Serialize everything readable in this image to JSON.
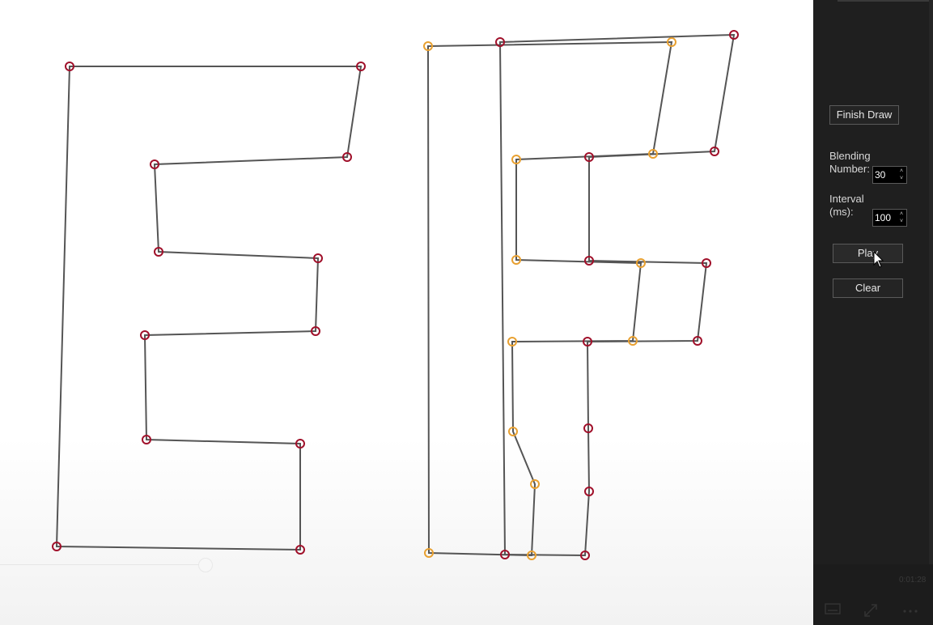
{
  "panel": {
    "finish_draw_label": "Finish Draw",
    "blending_label": "Blending Number:",
    "blending_value": "30",
    "interval_label": "Interval (ms):",
    "interval_value": "100",
    "play_label": "Play",
    "clear_label": "Clear",
    "spin_up_glyph": "˄",
    "spin_down_glyph": "˅"
  },
  "media": {
    "time_text": "0:01:28"
  },
  "colors": {
    "shape_stroke": "#555555",
    "vertex_red": "#a0102a",
    "vertex_orange": "#e8a030",
    "panel_bg": "#1f1f1f"
  },
  "icons": {
    "subtitles": "subtitles-icon",
    "expand": "expand-icon",
    "more": "more-icon",
    "cursor": "mouse-cursor-icon"
  }
}
